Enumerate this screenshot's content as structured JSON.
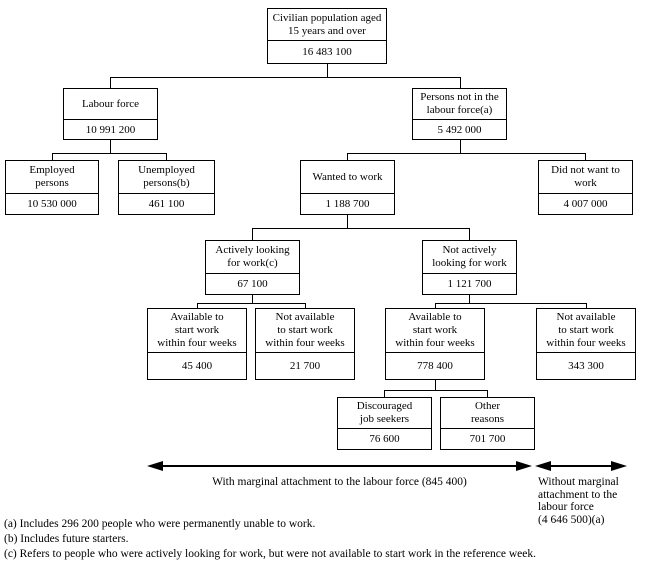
{
  "nodes": {
    "civilian_population": {
      "label": "Civilian population aged\n15 years and over",
      "value": "16 483 100"
    },
    "labour_force": {
      "label": "Labour force",
      "value": "10 991 200"
    },
    "not_in_labour_force": {
      "label": "Persons not in the\nlabour force(a)",
      "value": "5 492 000"
    },
    "employed_persons": {
      "label": "Employed\npersons",
      "value": "10 530 000"
    },
    "unemployed_persons": {
      "label": "Unemployed\npersons(b)",
      "value": "461 100"
    },
    "wanted_to_work": {
      "label": "Wanted to work",
      "value": "1 188 700"
    },
    "did_not_want_to_work": {
      "label": "Did not want to\nwork",
      "value": "4 007 000"
    },
    "actively_looking": {
      "label": "Actively looking\nfor work(c)",
      "value": "67 100"
    },
    "not_actively_looking": {
      "label": "Not actively\nlooking for work",
      "value": "1 121 700"
    },
    "available_actively": {
      "label": "Available to\nstart work\nwithin four weeks",
      "value": "45 400"
    },
    "not_available_actively": {
      "label": "Not available\nto start work\nwithin four weeks",
      "value": "21 700"
    },
    "available_not_actively": {
      "label": "Available to\nstart work\nwithin four weeks",
      "value": "778 400"
    },
    "not_available_not_actively": {
      "label": "Not available\nto start work\nwithin four weeks",
      "value": "343 300"
    },
    "discouraged_job_seekers": {
      "label": "Discouraged\njob seekers",
      "value": "76 600"
    },
    "other_reasons": {
      "label": "Other\nreasons",
      "value": "701 700"
    }
  },
  "marginal_attachment": {
    "with_label": "With marginal attachment to the labour force (845 400)",
    "without_label": "Without marginal\nattachment to the\nlabour force\n(4 646 500)(a)"
  },
  "footnotes": [
    "(a) Includes 296 200 people who were permanently unable to work.",
    "(b) Includes future starters.",
    "(c) Refers to people who were actively looking for work, but were not available to start work in the reference week."
  ],
  "colors": {
    "line": "#000000",
    "background": "#ffffff",
    "text": "#000000"
  }
}
